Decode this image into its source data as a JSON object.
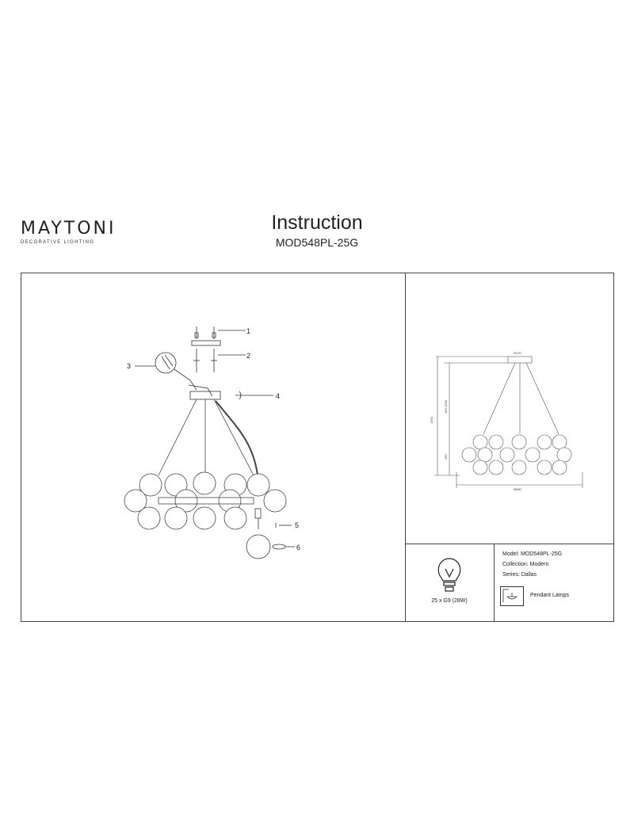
{
  "brand": {
    "name": "MAYTONI",
    "tagline": "DECORATIVE LIGHTING"
  },
  "header": {
    "title": "Instruction",
    "model_code": "MOD548PL-25G"
  },
  "callouts": [
    "1",
    "2",
    "3",
    "4",
    "5",
    "6"
  ],
  "bulb": {
    "spec": "25 x G9 (28W)"
  },
  "info": {
    "model": "Model: MOD548PL-25G",
    "collection": "Collection: Modern",
    "series": "Series: Dallas",
    "type": "Pendant Lamps"
  },
  "dimensions": {
    "canopy": "Ø120",
    "total_height": "1363",
    "adjustable": "390-1390",
    "body_height": "250",
    "width": "Ø650"
  }
}
